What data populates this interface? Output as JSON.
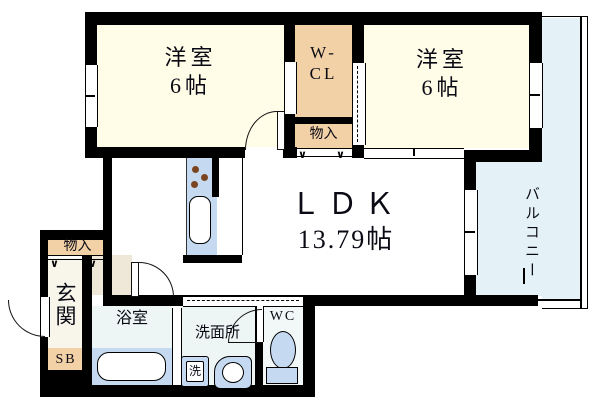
{
  "rooms": {
    "bedroom1": {
      "name": "洋室",
      "size": "6帖"
    },
    "bedroom2": {
      "name": "洋室",
      "size": "6帖"
    },
    "walk_in_closet": {
      "line1": "W-",
      "line2": "CL"
    },
    "storage_top": {
      "label": "物入"
    },
    "storage_entry": {
      "label": "物入"
    },
    "ldk": {
      "name": "ＬＤＫ",
      "size": "13.79帖"
    },
    "balcony": {
      "label": "バルコニー"
    },
    "entrance": {
      "label": "玄関"
    },
    "shoe_box": {
      "label": "SB"
    },
    "bathroom": {
      "label": "浴室"
    },
    "washroom": {
      "label": "洗面所"
    },
    "washing_machine": {
      "label": "洗"
    },
    "toilet": {
      "label": "WC"
    }
  },
  "colors": {
    "wall": "#000000",
    "room_cream": "#FFFCE8",
    "closet_peach": "#F2D1A6",
    "fixture_blue": "#C5DAF0",
    "wet_floor": "#EDF5F5",
    "balcony_blue": "#E4F1F6",
    "hall_beige": "#EFE8D8",
    "entrance_cream": "#F8F6EA",
    "burner_brown": "#7A4520"
  }
}
